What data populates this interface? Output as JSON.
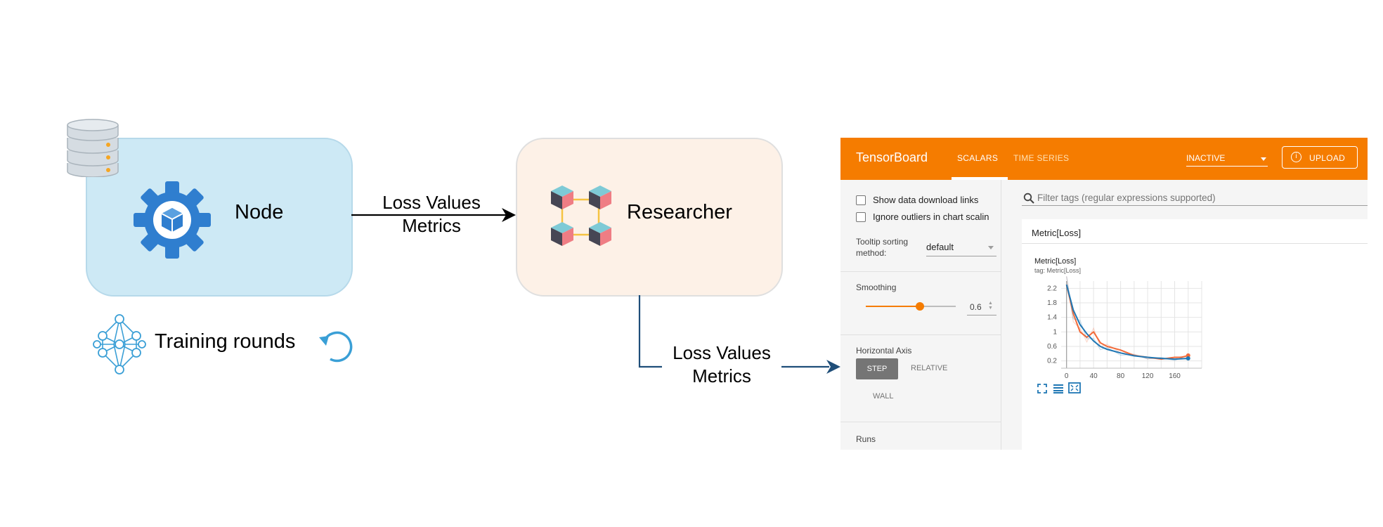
{
  "diagram": {
    "node_label": "Node",
    "researcher_label": "Researcher",
    "edge_node_researcher": [
      "Loss Values",
      "Metrics"
    ],
    "edge_researcher_tensorboard": [
      "Loss Values",
      "Metrics"
    ],
    "training_label": "Training rounds",
    "colors": {
      "node_fill": "#cde9f5",
      "researcher_fill": "#fdf1e7",
      "gear": "#2f7ecf",
      "edge_blue": "#1f4e79"
    }
  },
  "tensorboard": {
    "brand": "TensorBoard",
    "tabs": [
      {
        "label": "SCALARS",
        "active": true
      },
      {
        "label": "TIME SERIES",
        "active": false
      }
    ],
    "status_select": "INACTIVE",
    "upload_label": "UPLOAD",
    "sidebar": {
      "checkboxes": [
        "Show data download links",
        "Ignore outliers in chart scalin"
      ],
      "tooltip_label": "Tooltip sorting method:",
      "tooltip_value": "default",
      "smoothing_label": "Smoothing",
      "smoothing_value": "0.6",
      "smoothing_fraction": 0.6,
      "horizontal_axis_label": "Horizontal Axis",
      "axis_options": [
        "STEP",
        "RELATIVE",
        "WALL"
      ],
      "runs_label": "Runs"
    },
    "search_placeholder": "Filter tags (regular expressions supported)",
    "card_title": "Metric[Loss]",
    "colors": {
      "header": "#f57c00",
      "series_blue": "#1f77b4",
      "series_orange": "#f26b3a"
    }
  },
  "chart_data": {
    "type": "line",
    "title": "Metric[Loss]",
    "subtitle": "tag: Metric[Loss]",
    "x_ticks": [
      0,
      40,
      80,
      120,
      160
    ],
    "y_ticks": [
      0.2,
      0.6,
      1,
      1.4,
      1.8,
      2.2
    ],
    "xlim": [
      -8,
      200
    ],
    "ylim": [
      0,
      2.4
    ],
    "grid": true,
    "series": [
      {
        "color": "#f26b3a",
        "x": [
          0,
          10,
          20,
          30,
          40,
          50,
          60,
          80,
          100,
          120,
          140,
          160,
          170,
          180
        ],
        "y": [
          2.3,
          1.5,
          1.0,
          0.85,
          1.0,
          0.7,
          0.6,
          0.5,
          0.35,
          0.3,
          0.25,
          0.3,
          0.3,
          0.35
        ]
      },
      {
        "color": "#1f77b4",
        "x": [
          0,
          10,
          20,
          30,
          40,
          50,
          60,
          80,
          100,
          120,
          140,
          160,
          170,
          180
        ],
        "y": [
          2.3,
          1.6,
          1.2,
          0.95,
          0.75,
          0.6,
          0.52,
          0.42,
          0.34,
          0.3,
          0.27,
          0.25,
          0.26,
          0.27
        ]
      }
    ]
  }
}
